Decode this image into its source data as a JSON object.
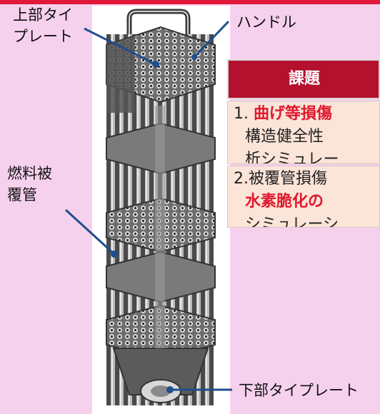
{
  "labels": {
    "top_plate": [
      "上部タイ",
      "プレート"
    ],
    "handle": "ハンドル",
    "cladding": [
      "燃料被",
      "覆管"
    ],
    "bottom_plate": "下部タイプレート"
  },
  "panel": {
    "title": "課題",
    "issue1": {
      "number": "1.",
      "highlight": "曲げ等損傷",
      "lines": [
        "構造健全性",
        "析シミュレー"
      ]
    },
    "issue2": {
      "line1": "2.被覆管損傷",
      "highlight": "水素脆化の",
      "line3": "シミュレーシ"
    }
  },
  "colors": {
    "background": "#f6d1ee",
    "accent_bar": "#e2183b",
    "panel_header": "#b3112e",
    "panel_body": "#fbe4d8",
    "highlight_text": "#e0182d",
    "leader_line": "#1f4e8c"
  }
}
